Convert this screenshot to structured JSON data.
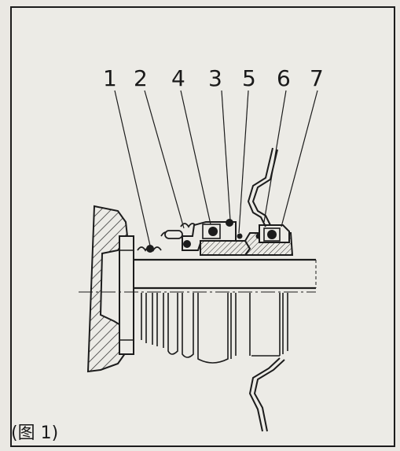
{
  "figure": {
    "caption": "(图 1)",
    "callouts": [
      {
        "id": "1",
        "label": "1"
      },
      {
        "id": "2",
        "label": "2"
      },
      {
        "id": "4",
        "label": "4"
      },
      {
        "id": "3",
        "label": "3"
      },
      {
        "id": "5",
        "label": "5"
      },
      {
        "id": "6",
        "label": "6"
      },
      {
        "id": "7",
        "label": "7"
      }
    ]
  }
}
